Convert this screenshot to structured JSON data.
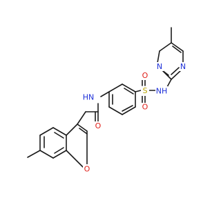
{
  "molecule": {
    "atoms": {
      "n_amide": {
        "text": "N",
        "color": "#1d2fd8"
      },
      "h_amide": {
        "text": "H",
        "color": "#1d2fd8"
      },
      "o_carbonyl": {
        "text": "O",
        "color": "#e0201a"
      },
      "o_furan": {
        "text": "O",
        "color": "#e0201a"
      },
      "s_sulfonyl": {
        "text": "S",
        "color": "#b8a400"
      },
      "o_sulfonyl_top": {
        "text": "O",
        "color": "#e0201a"
      },
      "o_sulfonyl_bottom": {
        "text": "O",
        "color": "#e0201a"
      },
      "n_sulfonamide": {
        "text": "N",
        "color": "#1d2fd8"
      },
      "h_sulfonamide": {
        "text": "H",
        "color": "#1d2fd8"
      },
      "n_pyrimidine_1": {
        "text": "N",
        "color": "#1d2fd8"
      },
      "n_pyrimidine_3": {
        "text": "N",
        "color": "#1d2fd8"
      }
    }
  }
}
